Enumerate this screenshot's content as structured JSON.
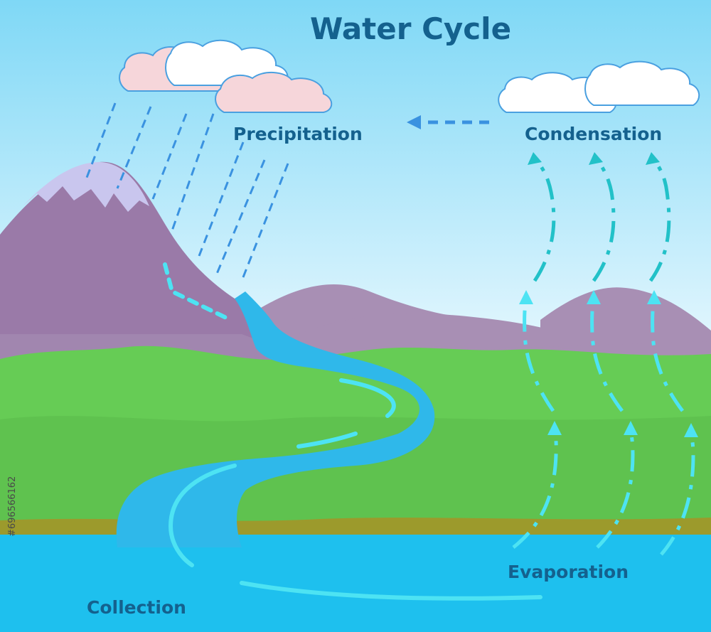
{
  "title": "Water Cycle",
  "labels": {
    "precipitation": "Precipitation",
    "condensation": "Condensation",
    "evaporation": "Evaporation",
    "collection": "Collection"
  },
  "watermark_id": "#696566162",
  "colors": {
    "sky_top": "#7fd8f6",
    "sky_bottom": "#f2fbff",
    "mountain": "#9a7aa8",
    "mountain_far": "#a88fb4",
    "snow": "#c9c6ee",
    "grass": "#66cc55",
    "grass_dark": "#58b84a",
    "soil": "#9c9a2c",
    "water": "#1ec0ee",
    "river": "#2fb8ea",
    "label": "#14618e",
    "rain": "#3a92e0",
    "vapor_upper": "#22c1c8",
    "vapor_lower": "#4de3f3",
    "cloud_pink": "#f6d6da",
    "cloud_white": "#ffffff"
  }
}
